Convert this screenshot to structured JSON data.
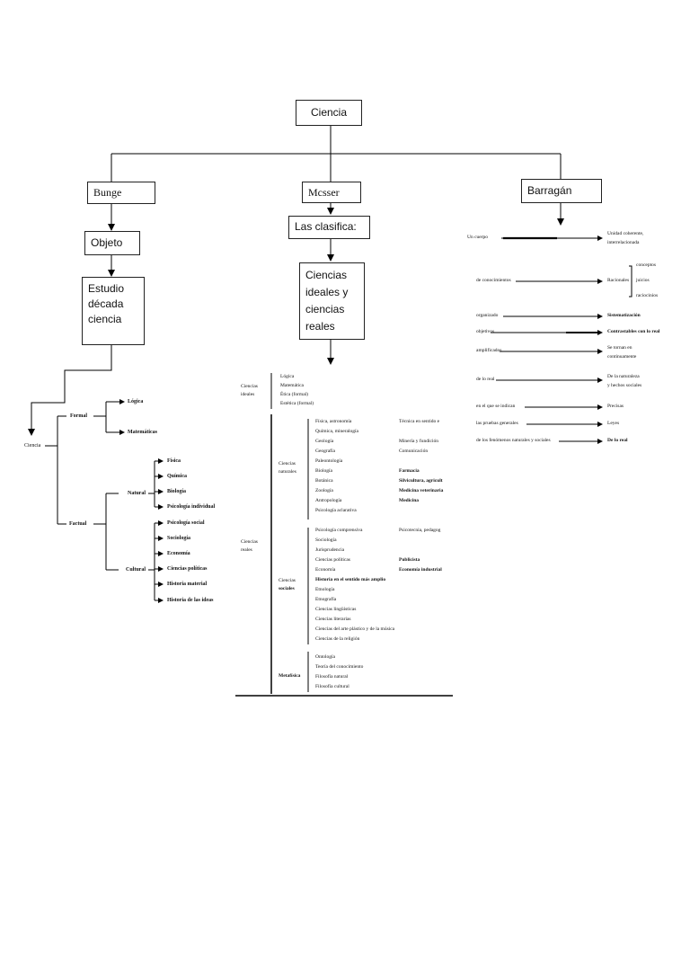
{
  "top": {
    "ciencia": "Ciencia"
  },
  "bunge": {
    "label": "Bunge",
    "objeto": "Objeto",
    "estudio": [
      "Estudio",
      "década",
      "ciencia"
    ],
    "tree": {
      "root": "Ciencia",
      "formal": "Formal",
      "factual": "Factual",
      "formal_children": [
        "Lógica",
        "Matemáticas"
      ],
      "natural": "Natural",
      "cultural": "Cultural",
      "natural_children": [
        "Física",
        "Química",
        "Biología",
        "Psicología individual"
      ],
      "cultural_children": [
        "Psicología social",
        "Sociología",
        "Economía",
        "Ciencias políticas",
        "Historia material",
        "Historia de las ideas"
      ]
    }
  },
  "messer": {
    "label": "Mcsser",
    "clasifica": "Las clasifica:",
    "ciencias": [
      "Ciencias",
      "ideales y",
      "ciencias",
      "reales"
    ],
    "table": {
      "ideales_label": [
        "Ciencias",
        "ideales"
      ],
      "ideales_items": [
        "Lógica",
        "Matemática",
        "Ética (formal)",
        "Estética (formal)"
      ],
      "reales_label": [
        "Ciencias",
        "reales"
      ],
      "naturales_label": [
        "Ciencias",
        "naturales"
      ],
      "naturales_items": [
        "Física, astronomía",
        "Química, mineralogía",
        "Geología",
        "Geografía",
        "Paleontología",
        "Biología",
        "Botánica",
        "Zoología",
        "Antropología",
        "Psicología aclarativa"
      ],
      "naturales_right": [
        "Técnica en sentido e",
        "",
        "Minería y fundición",
        "Comunicación",
        "",
        "Farmacia",
        "Silvicultura, agricult",
        "Medicina veterinaria",
        "Medicina",
        ""
      ],
      "sociales_label": [
        "Ciencias",
        "sociales"
      ],
      "sociales_items": [
        "Psicología comprensiva",
        "Sociología",
        "Jurisprudencia",
        "Ciencias políticas",
        "Economía",
        "Historia en el sentido más amplio",
        "Etnología",
        "Etnografía",
        "Ciencias lingüísticas",
        "Ciencias literarias",
        "Ciencias del arte plástico y de la música",
        "Ciencias de la religión"
      ],
      "sociales_right": [
        "Psicotecnia, pedagog",
        "",
        "",
        "Publicista",
        "Economía industrial",
        "",
        "",
        "",
        "",
        "",
        "",
        ""
      ],
      "metafisica_label": "Metafísica",
      "metafisica_items": [
        "Ontología",
        "Teoría del conocimiento",
        "Filosofía natural",
        "Filosofía cultural"
      ]
    }
  },
  "barragan": {
    "label": "Barragán",
    "rows": [
      {
        "left": "Un cuerpo",
        "right": [
          "Unidad coherente,",
          "interrelacionada"
        ]
      },
      {
        "left": "de conocimientos",
        "right": [
          "Racionales"
        ],
        "side": [
          "conceptos",
          "juicios",
          "raciocinios"
        ]
      },
      {
        "left": "organizado",
        "right": [
          "Sistematización"
        ]
      },
      {
        "left": "objetivos",
        "right": [
          "Contrastables con lo real"
        ]
      },
      {
        "left": "amplificados",
        "right": [
          "Se tornan en",
          "continuamente"
        ]
      },
      {
        "left": "de lo real",
        "right": [
          "De la naturaleza",
          "y hechos sociales"
        ]
      },
      {
        "left": "en el que se indican",
        "right": [
          "Precisas"
        ]
      },
      {
        "left": "las pruebas generales",
        "right": [
          "Leyes"
        ]
      },
      {
        "left": "de los fenómenos naturales y sociales",
        "right": [
          "De lo real"
        ]
      }
    ]
  }
}
